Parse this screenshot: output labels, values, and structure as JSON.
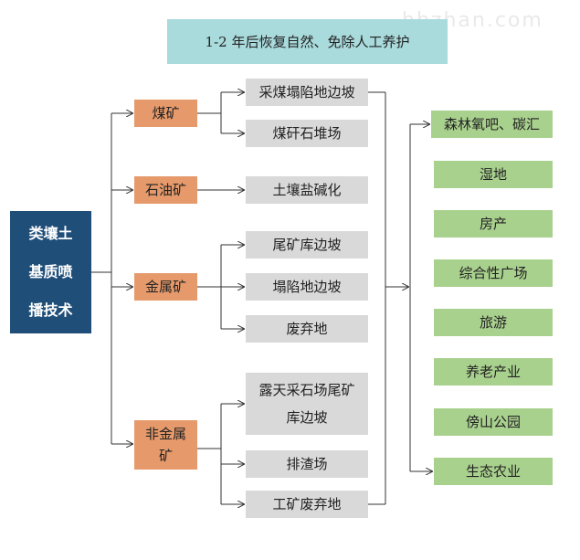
{
  "watermark": "hbzhan.com",
  "title": "1-2 年后恢复自然、免除人工养护",
  "root": {
    "line1": "类壤土",
    "line2": "基质喷",
    "line3": "播技术"
  },
  "categories": [
    {
      "label": "煤矿",
      "items": [
        "采煤塌陷地边坡",
        "煤矸石堆场"
      ]
    },
    {
      "label": "石油矿",
      "items": [
        "土壤盐碱化"
      ]
    },
    {
      "label": "金属矿",
      "items": [
        "尾矿库边坡",
        "塌陷地边坡",
        "废弃地"
      ]
    },
    {
      "label": "非金属矿",
      "items": [
        "露天采石场尾矿库边坡",
        "排渣场",
        "工矿废弃地"
      ]
    }
  ],
  "uses": [
    "森林氧吧、碳汇",
    "湿地",
    "房产",
    "综合性广场",
    "旅游",
    "养老产业",
    "傍山公园",
    "生态农业"
  ],
  "colors": {
    "root": "#1f4e79",
    "title": "#a9dadc",
    "category": "#e69a6b",
    "item": "#d9d9d9",
    "use": "#a9d18e"
  }
}
